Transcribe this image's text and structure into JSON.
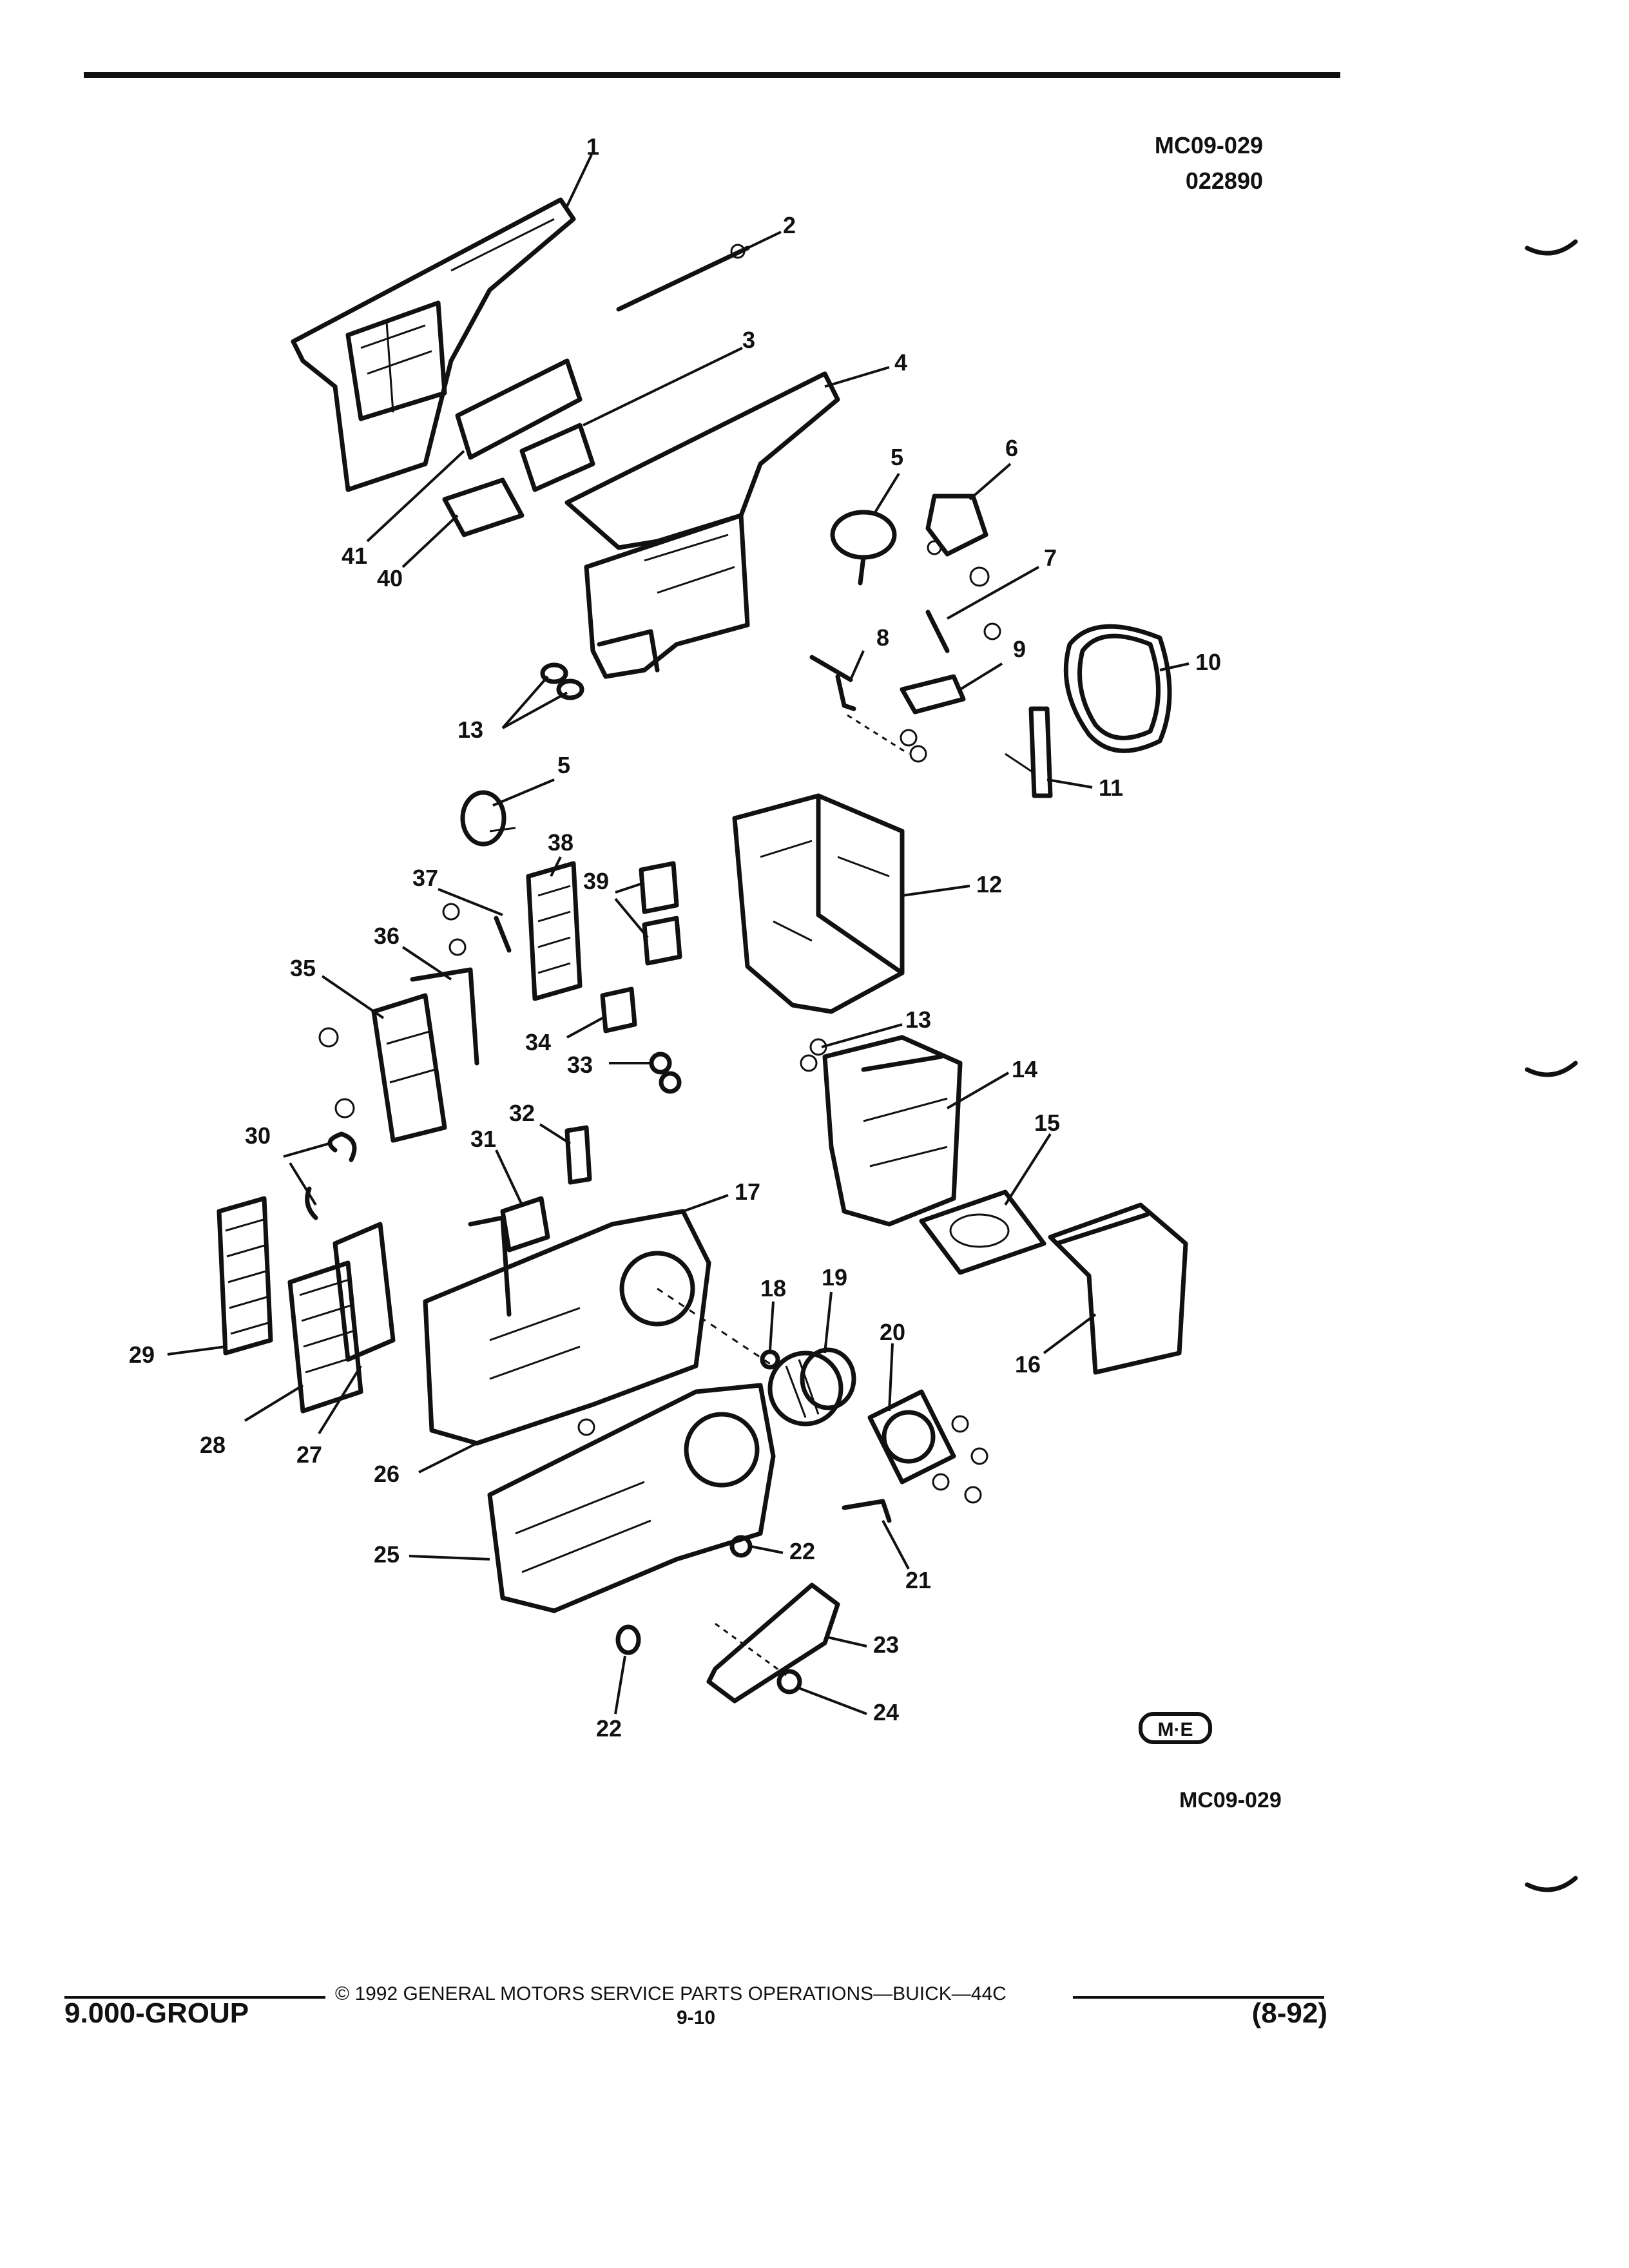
{
  "header": {
    "drawing_no": "MC09-029",
    "date_code": "022890"
  },
  "diagram": {
    "callouts": [
      "1",
      "2",
      "3",
      "4",
      "5",
      "6",
      "7",
      "8",
      "9",
      "10",
      "11",
      "12",
      "13",
      "14",
      "15",
      "16",
      "17",
      "18",
      "19",
      "20",
      "21",
      "22",
      "23",
      "24",
      "25",
      "26",
      "27",
      "28",
      "29",
      "30",
      "31",
      "32",
      "33",
      "34",
      "35",
      "36",
      "37",
      "38",
      "39",
      "40",
      "41"
    ],
    "repeat_callouts": {
      "five_b": "5",
      "thirteen_b": "13",
      "twenty_two_b": "22"
    },
    "logo_text": "M·E",
    "figure_id": "MC09-029"
  },
  "footer": {
    "copyright": "© 1992 GENERAL MOTORS SERVICE PARTS OPERATIONS—BUICK—44C",
    "group": "9.000-GROUP",
    "page_no": "9-10",
    "revision": "(8-92)"
  }
}
